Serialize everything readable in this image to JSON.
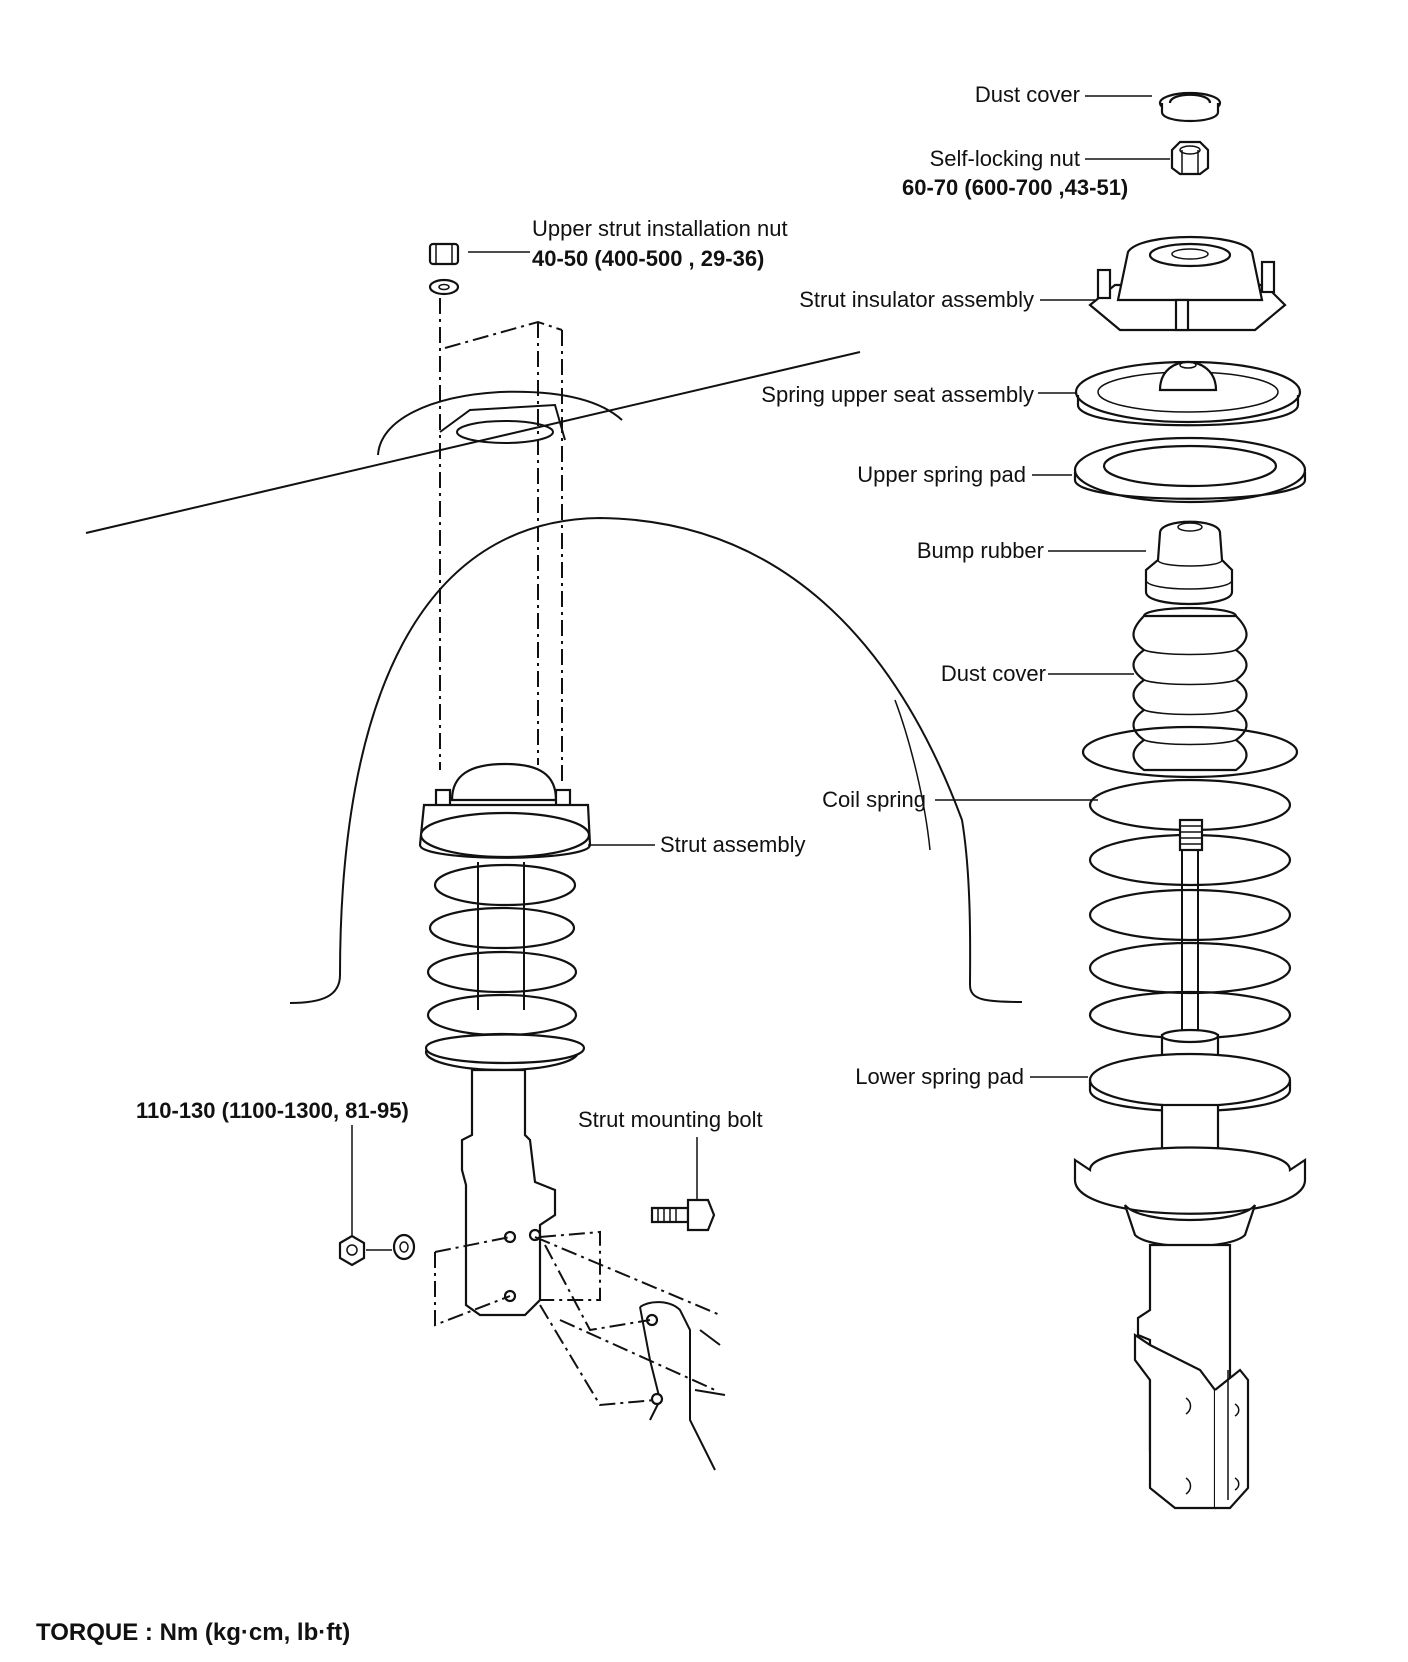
{
  "labels": {
    "dust_cover_top": "Dust cover",
    "self_locking_nut": "Self-locking nut",
    "self_locking_nut_torque": "60-70  (600-700 ,43-51)",
    "upper_strut_nut": "Upper strut installation nut",
    "upper_strut_nut_torque": "40-50 (400-500 , 29-36)",
    "strut_insulator": "Strut insulator assembly",
    "spring_upper_seat": "Spring upper seat assembly",
    "upper_spring_pad": "Upper spring pad",
    "bump_rubber": "Bump rubber",
    "dust_cover_mid": "Dust cover",
    "coil_spring": "Coil spring",
    "strut_assembly": "Strut assembly",
    "lower_spring_pad": "Lower spring pad",
    "mounting_bolt_torque": "110-130 (1100-1300, 81-95)",
    "strut_mounting_bolt": "Strut mounting bolt"
  },
  "footer": {
    "torque_units": "TORQUE : Nm (kg·cm, lb·ft)"
  }
}
